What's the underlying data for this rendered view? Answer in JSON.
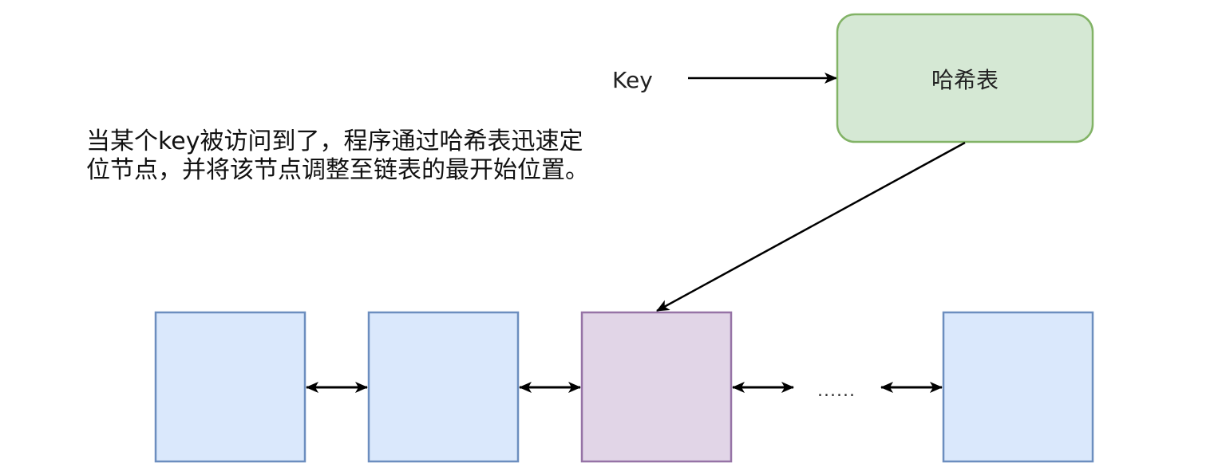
{
  "key_label": "Key",
  "hash_table_label": "哈希表",
  "caption_line1": "当某个key被访问到了，程序通过哈希表迅速定",
  "caption_line2": "位节点，并将该节点调整至链表的最开始位置。",
  "ellipsis": "......",
  "nodes": [
    "node",
    "node",
    "highlighted node",
    "…",
    "node"
  ],
  "colors": {
    "hash_fill": "#d5e8d4",
    "hash_stroke": "#82b366",
    "node_fill": "#dae8fc",
    "node_stroke": "#6c8ebf",
    "highlight_fill": "#e1d5e7",
    "highlight_stroke": "#9673a6",
    "arrow": "#000000"
  }
}
